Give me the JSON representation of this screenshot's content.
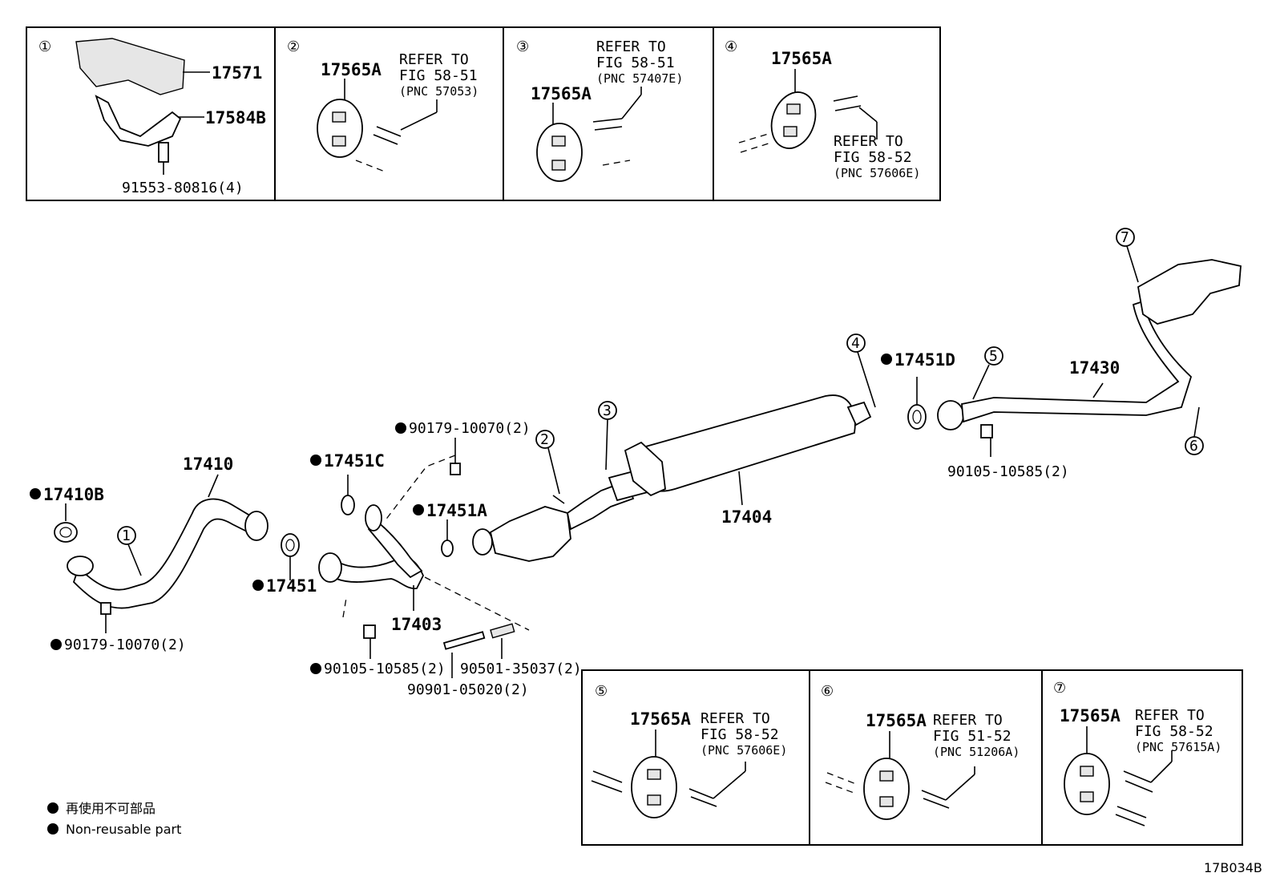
{
  "figure_id": "17B034B",
  "insets": [
    {
      "num": "①",
      "labels": [
        "17571",
        "17584B",
        "91553-80816(4)"
      ]
    },
    {
      "num": "②",
      "part": "17565A",
      "ref": [
        "REFER TO",
        "FIG 58-51",
        "(PNC 57053)"
      ]
    },
    {
      "num": "③",
      "part": "17565A",
      "ref": [
        "REFER TO",
        "FIG 58-51",
        "(PNC 57407E)"
      ]
    },
    {
      "num": "④",
      "part": "17565A",
      "ref": [
        "REFER TO",
        "FIG 58-52",
        "(PNC 57606E)"
      ]
    },
    {
      "num": "⑤",
      "part": "17565A",
      "ref": [
        "REFER TO",
        "FIG 58-52",
        "(PNC 57606E)"
      ]
    },
    {
      "num": "⑥",
      "part": "17565A",
      "ref": [
        "REFER TO",
        "FIG 51-52",
        "(PNC 51206A)"
      ]
    },
    {
      "num": "⑦",
      "part": "17565A",
      "ref": [
        "REFER TO",
        "FIG 58-52",
        "(PNC 57615A)"
      ]
    }
  ],
  "main_labels": {
    "p17410": "17410",
    "p17410B": "17410B",
    "p90179_left": "90179-10070(2)",
    "p17451C": "17451C",
    "p17451": "17451",
    "p90179_top": "90179-10070(2)",
    "p17451A": "17451A",
    "p17403": "17403",
    "p90105_left": "90105-10585(2)",
    "p90501": "90501-35037(2)",
    "p90901": "90901-05020(2)",
    "p17404": "17404",
    "p17451D": "17451D",
    "p17430": "17430",
    "p90105_right": "90105-10585(2)"
  },
  "callouts": [
    "1",
    "2",
    "3",
    "4",
    "5",
    "6",
    "7"
  ],
  "legend": {
    "jp": "再使用不可部品",
    "en": "Non-reusable part"
  }
}
